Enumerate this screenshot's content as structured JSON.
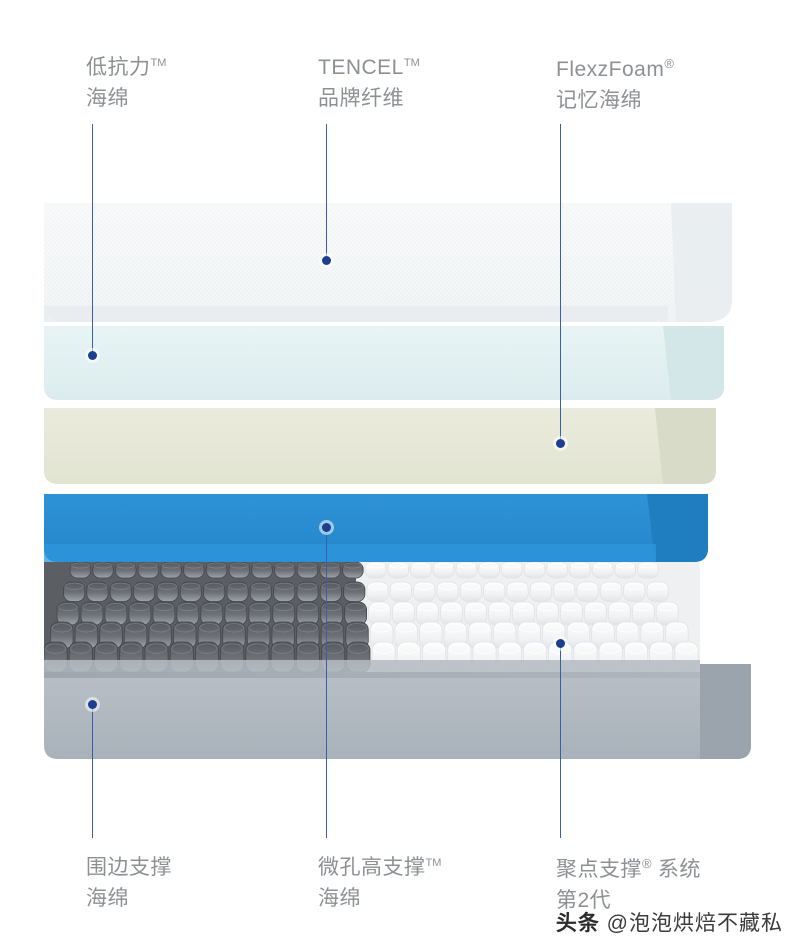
{
  "diagram": {
    "title": "Mattress layer cutaway diagram",
    "accent_color": "#3a5fa8",
    "dot_color": "#1e3f8f",
    "label_color": "#8d9094"
  },
  "labels": {
    "top_left": {
      "line1": "低抗力",
      "mark": "TM",
      "line2": "海绵"
    },
    "top_center": {
      "line1": "TENCEL",
      "mark": "TM",
      "line2": "品牌纤维"
    },
    "top_right": {
      "line1": "FlexzFoam",
      "mark": "®",
      "line2": "记忆海绵"
    },
    "bottom_left": {
      "line1": "围边支撑",
      "mark": "",
      "line2": "海绵"
    },
    "bottom_center": {
      "line1": "微孔高支撑",
      "mark": "TM",
      "line2": "海绵"
    },
    "bottom_right": {
      "line1": "聚点支撑",
      "mark": "®",
      "line1b": " 系统",
      "line2": "第2代"
    }
  },
  "layers": [
    {
      "name": "tencel-cover-layer",
      "color": "#f4f6f7",
      "label_ref": "top_center"
    },
    {
      "name": "low-resistance-foam",
      "color": "#e3f1f2",
      "label_ref": "top_left"
    },
    {
      "name": "flexzfoam-memory-foam",
      "color": "#e6e8d8",
      "label_ref": "top_right"
    },
    {
      "name": "micro-hole-support-foam",
      "color": "#2b8fd4",
      "label_ref": "bottom_center"
    },
    {
      "name": "pocket-coil-system",
      "color": "#ffffff",
      "edge_color": "#4a4d52",
      "label_ref": "bottom_right"
    },
    {
      "name": "edge-support-foam-base",
      "color": "#b0b8c0",
      "label_ref": "bottom_left"
    }
  ],
  "watermark": {
    "prefix": "头条",
    "handle": "@泡泡烘焙不藏私"
  }
}
